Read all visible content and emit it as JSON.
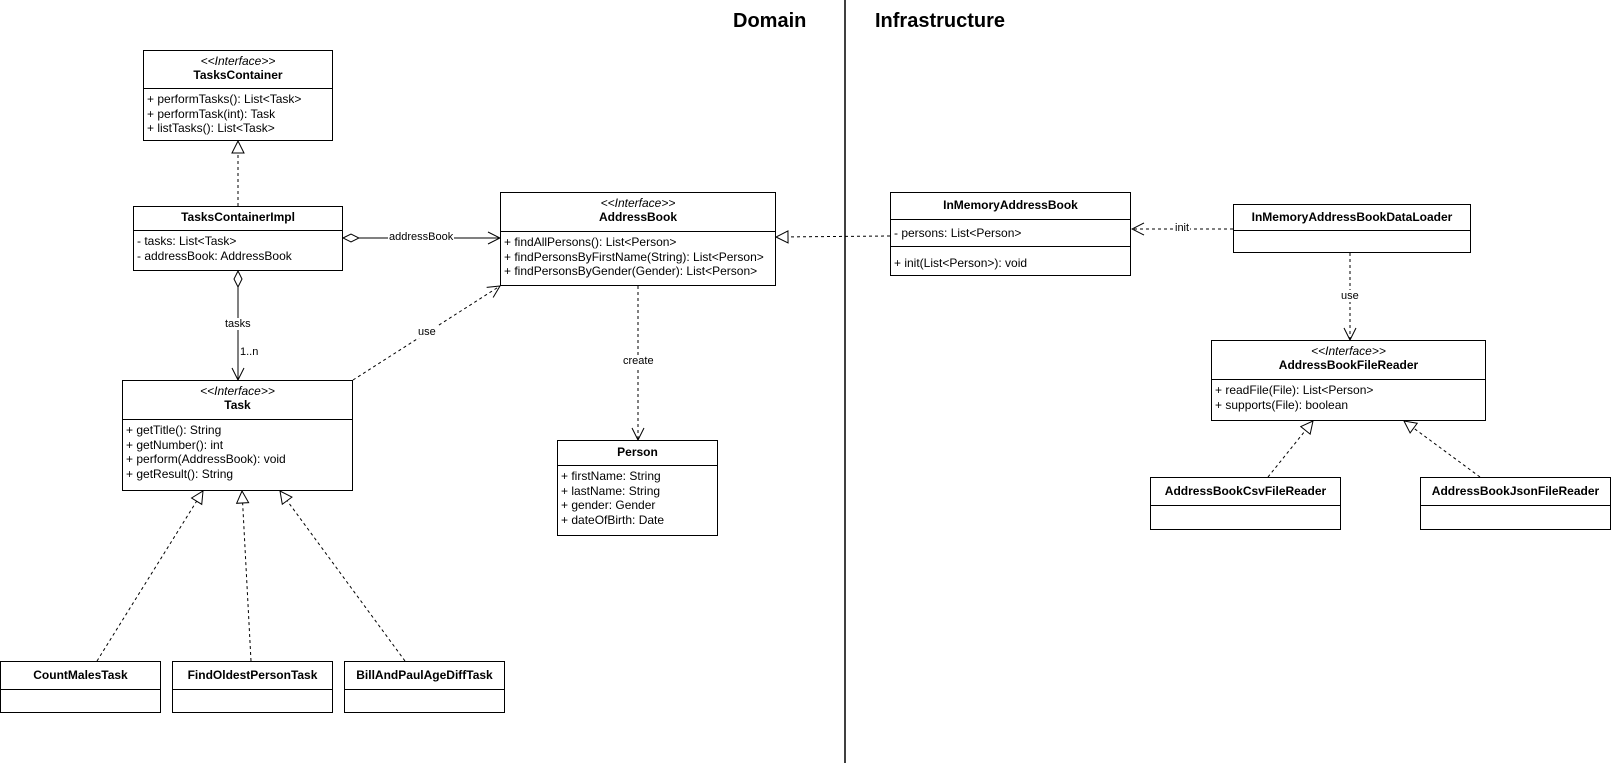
{
  "sections": {
    "domain": "Domain",
    "infrastructure": "Infrastructure"
  },
  "classes": {
    "tasks_container": {
      "stereotype": "<<Interface>>",
      "name": "TasksContainer",
      "attributes": [],
      "methods": [
        "+ performTasks(): List<Task>",
        "+ performTask(int): Task",
        "+ listTasks(): List<Task>"
      ]
    },
    "tasks_container_impl": {
      "name": "TasksContainerImpl",
      "attributes": [
        "- tasks: List<Task>",
        "- addressBook: AddressBook"
      ]
    },
    "address_book": {
      "stereotype": "<<Interface>>",
      "name": "AddressBook",
      "methods": [
        "+ findAllPersons(): List<Person>",
        "+ findPersonsByFirstName(String): List<Person>",
        "+ findPersonsByGender(Gender): List<Person>"
      ]
    },
    "task": {
      "stereotype": "<<Interface>>",
      "name": "Task",
      "methods": [
        "+ getTitle(): String",
        "+ getNumber(): int",
        "+ perform(AddressBook): void",
        "+ getResult(): String"
      ]
    },
    "person": {
      "name": "Person",
      "attributes": [
        "+ firstName: String",
        "+ lastName: String",
        "+ gender: Gender",
        "+ dateOfBirth: Date"
      ]
    },
    "count_males_task": {
      "name": "CountMalesTask"
    },
    "find_oldest_person_task": {
      "name": "FindOldestPersonTask"
    },
    "bill_and_paul_age_diff_task": {
      "name": "BillAndPaulAgeDiffTask"
    },
    "in_memory_address_book": {
      "name": "InMemoryAddressBook",
      "attributes": [
        "- persons: List<Person>"
      ],
      "methods": [
        "+ init(List<Person>): void"
      ]
    },
    "in_memory_address_book_data_loader": {
      "name": "InMemoryAddressBookDataLoader"
    },
    "address_book_file_reader": {
      "stereotype": "<<Interface>>",
      "name": "AddressBookFileReader",
      "methods": [
        "+ readFile(File): List<Person>",
        "+ supports(File): boolean"
      ]
    },
    "address_book_csv_file_reader": {
      "name": "AddressBookCsvFileReader"
    },
    "address_book_json_file_reader": {
      "name": "AddressBookJsonFileReader"
    }
  },
  "relations": {
    "address_book_label": "addressBook",
    "tasks_label": "tasks",
    "multiplicity": "1..n",
    "use_task_label": "use",
    "create_label": "create",
    "init_label": "init",
    "use_reader_label": "use"
  }
}
